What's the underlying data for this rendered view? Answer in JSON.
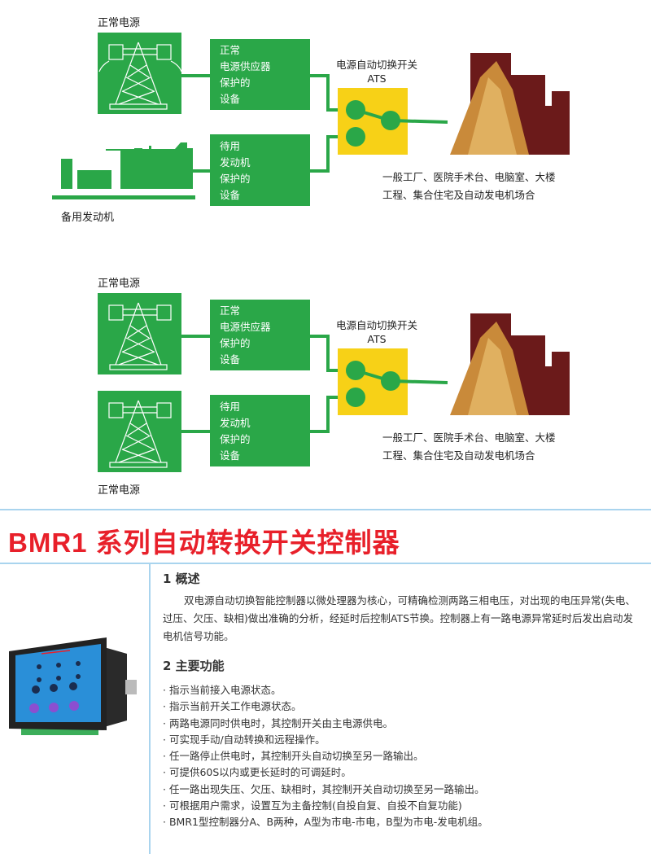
{
  "diagram1": {
    "normal_source_label": "正常电源",
    "box1_lines": [
      "正常",
      "电源供应器",
      "保护的",
      "设备"
    ],
    "box2_lines": [
      "待用",
      "发动机",
      "保护的",
      "设备"
    ],
    "ats_label": "电源自动切换开关",
    "ats_short": "ATS",
    "backup_label": "备用发动机",
    "caption_lines": [
      "一般工厂、医院手术台、电脑室、大楼",
      "工程、集合住宅及自动发电机场合"
    ]
  },
  "diagram2": {
    "normal_source_label": "正常电源",
    "box1_lines": [
      "正常",
      "电源供应器",
      "保护的",
      "设备"
    ],
    "box2_lines": [
      "待用",
      "发动机",
      "保护的",
      "设备"
    ],
    "ats_label": "电源自动切换开关",
    "ats_short": "ATS",
    "second_source_label": "正常电源",
    "caption_lines": [
      "一般工厂、医院手术台、电脑室、大楼",
      "工程、集合住宅及自动发电机场合"
    ]
  },
  "colors": {
    "green": "#2aa748",
    "yellow": "#f7d117",
    "title_red": "#e8202a",
    "rule_blue": "#a9d4ee"
  },
  "title": "BMR1 系列自动转换开关控制器",
  "overview": {
    "heading": "1 概述",
    "text": "双电源自动切换智能控制器以微处理器为核心，可精确检测两路三相电压，对出现的电压异常(失电、过压、欠压、缺相)做出准确的分析，经延时后控制ATS节换。控制器上有一路电源异常延时后发出启动发电机信号功能。"
  },
  "functions": {
    "heading": "2 主要功能",
    "items": [
      "指示当前接入电源状态。",
      "指示当前开关工作电源状态。",
      "两路电源同时供电时，其控制开关由主电源供电。",
      "可实现手动/自动转换和远程操作。",
      "任一路停止供电时，其控制开头自动切换至另一路输出。",
      "可提供60S以内或更长延时的可调延时。",
      "任一路出现失压、欠压、缺相时，其控制开关自动切换至另一路输出。",
      "可根据用户需求，设置互为主备控制(自投自复、自投不自复功能)",
      "BMR1型控制器分A、B两种，A型为市电-市电，B型为市电-发电机组。"
    ]
  }
}
